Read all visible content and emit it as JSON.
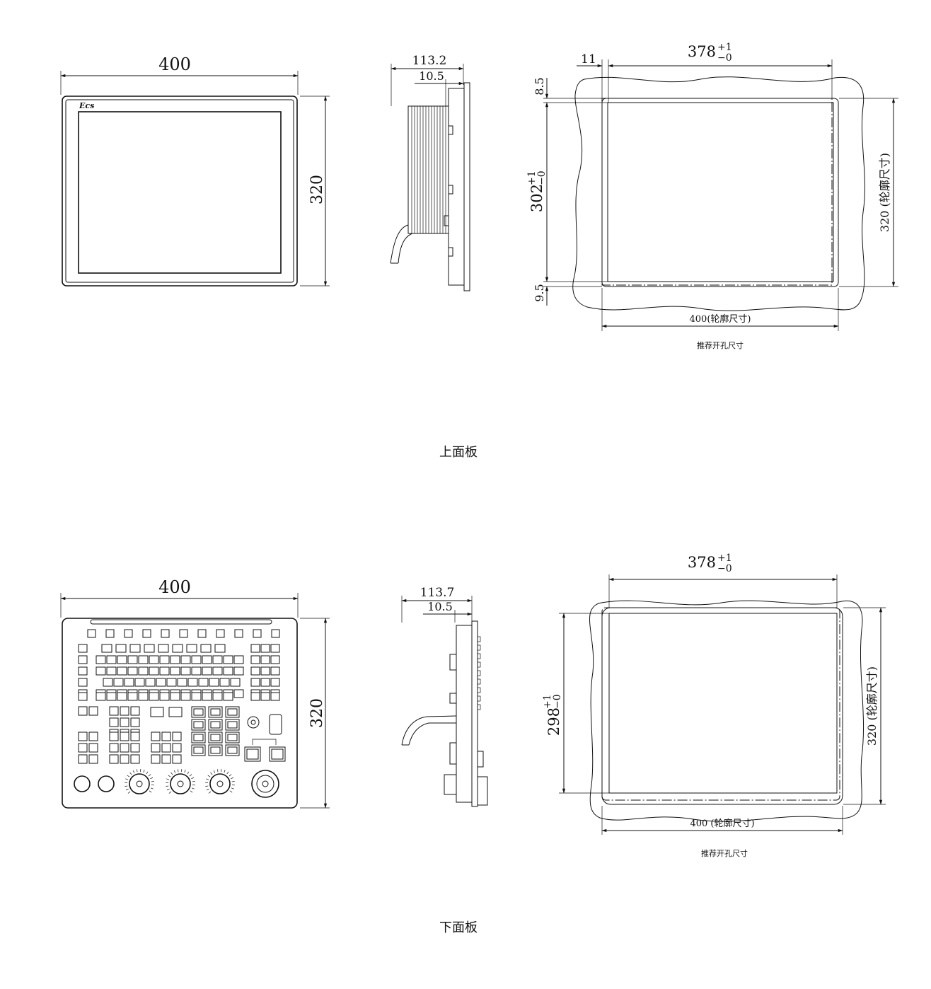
{
  "upper": {
    "front": {
      "width_label": "400",
      "height_label": "320",
      "logo": "Ecs"
    },
    "side": {
      "depth_label": "113.2",
      "flange_label": "10.5"
    },
    "cutout": {
      "width_main": "378",
      "width_tol_plus": "+1",
      "width_tol_minus": "−0",
      "offset_left": "11",
      "offset_top": "8.5",
      "offset_bottom": "9.5",
      "height_main": "302",
      "height_tol_plus": "+1",
      "height_tol_minus": "−0",
      "outline_height": "320 (轮廓尺寸)",
      "outline_width": "400(轮廓尺寸)",
      "caption": "推荐开孔尺寸"
    },
    "title": "上面板"
  },
  "lower": {
    "front": {
      "width_label": "400",
      "height_label": "320"
    },
    "side": {
      "depth_label": "113.7",
      "flange_label": "10.5"
    },
    "cutout": {
      "width_main": "378",
      "width_tol_plus": "+1",
      "width_tol_minus": "−0",
      "height_main": "298",
      "height_tol_plus": "+1",
      "height_tol_minus": "−0",
      "outline_height": "320 (轮廓尺寸)",
      "outline_width": "400 (轮廓尺寸)",
      "caption": "推荐开孔尺寸"
    },
    "title": "下面板"
  }
}
